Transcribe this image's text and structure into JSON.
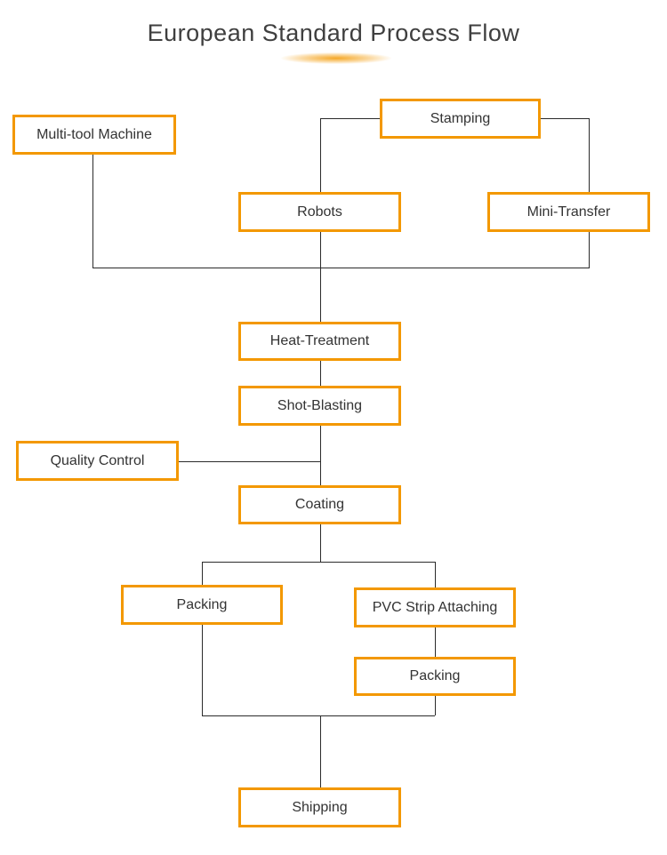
{
  "title": "European Standard Process Flow",
  "colors": {
    "accent": "#F39800",
    "line": "#2b2b2b",
    "text": "#333333"
  },
  "nodes": {
    "multi_tool": {
      "label": "Multi-tool Machine"
    },
    "stamping": {
      "label": "Stamping"
    },
    "robots": {
      "label": "Robots"
    },
    "mini_transfer": {
      "label": "Mini-Transfer"
    },
    "heat_treatment": {
      "label": "Heat-Treatment"
    },
    "shot_blasting": {
      "label": "Shot-Blasting"
    },
    "quality_control": {
      "label": "Quality Control"
    },
    "coating": {
      "label": "Coating"
    },
    "packing_left": {
      "label": "Packing"
    },
    "pvc_strip": {
      "label": "PVC Strip Attaching"
    },
    "packing_right": {
      "label": "Packing"
    },
    "shipping": {
      "label": "Shipping"
    }
  },
  "edges": [
    {
      "from": "stamping",
      "to": "robots"
    },
    {
      "from": "stamping",
      "to": "mini_transfer"
    },
    {
      "from": "multi_tool",
      "to": "heat_treatment"
    },
    {
      "from": "robots",
      "to": "heat_treatment"
    },
    {
      "from": "mini_transfer",
      "to": "heat_treatment"
    },
    {
      "from": "heat_treatment",
      "to": "shot_blasting"
    },
    {
      "from": "shot_blasting",
      "to": "coating"
    },
    {
      "from": "quality_control",
      "to": "coating"
    },
    {
      "from": "coating",
      "to": "packing_left"
    },
    {
      "from": "coating",
      "to": "pvc_strip"
    },
    {
      "from": "pvc_strip",
      "to": "packing_right"
    },
    {
      "from": "packing_left",
      "to": "shipping"
    },
    {
      "from": "packing_right",
      "to": "shipping"
    }
  ]
}
